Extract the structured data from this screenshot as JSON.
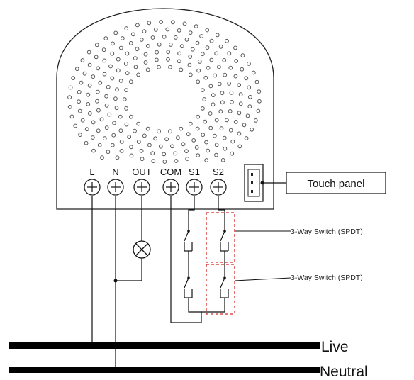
{
  "device": {
    "terminals": [
      "L",
      "N",
      "OUT",
      "COM",
      "S1",
      "S2"
    ]
  },
  "touch_panel": {
    "label": "Touch panel"
  },
  "switches": {
    "upper_label": "3-Way Switch (SPDT)",
    "lower_label": "3-Way Switch (SPDT)"
  },
  "bus": {
    "live": "Live",
    "neutral": "Neutral"
  },
  "colors": {
    "line": "#111111",
    "dashed_box": "#d42a2a",
    "dots": "#555555"
  }
}
